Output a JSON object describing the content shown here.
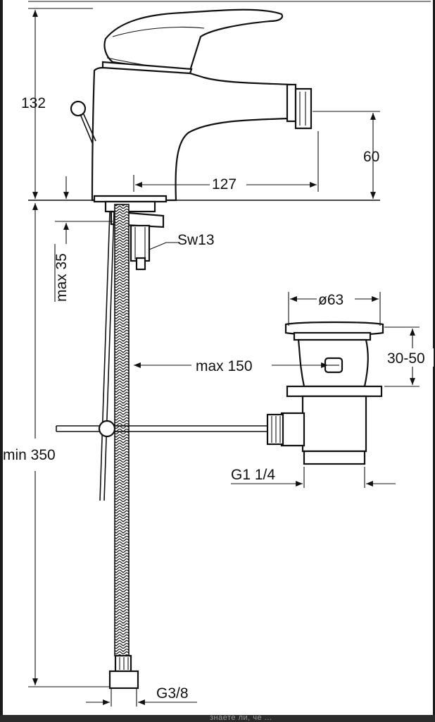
{
  "labels": {
    "height_total": "132",
    "height_outlet": "60",
    "reach": "127",
    "max_deck": "max 35",
    "spanner": "Sw13",
    "waste_diameter": "ø63",
    "waste_height": "30-50",
    "rod_length": "max 150",
    "hose_length": "min 350",
    "waste_thread": "G1 1/4",
    "hose_thread": "G3/8"
  },
  "footer": {
    "overlay_text": "знаете ли, че ..."
  }
}
